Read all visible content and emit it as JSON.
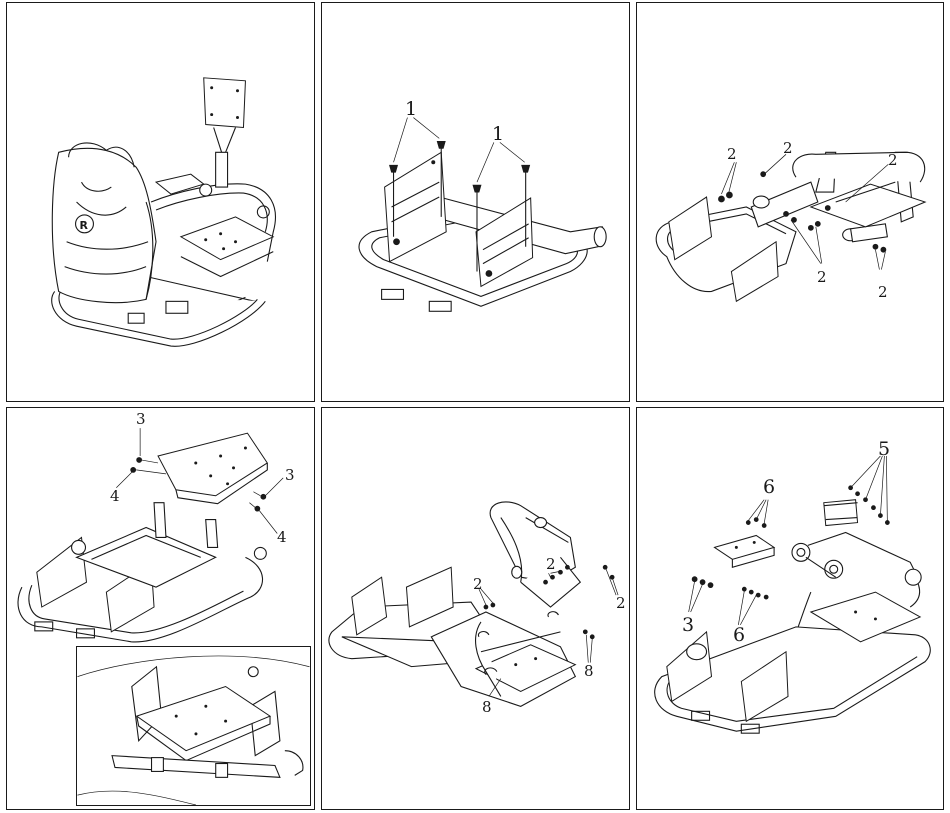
{
  "steps": [
    {
      "id": "step-1-assembled-view",
      "callouts": []
    },
    {
      "id": "step-2-seat-brackets",
      "callouts": [
        "1",
        "1"
      ]
    },
    {
      "id": "step-3-frame-joints",
      "callouts": [
        "2",
        "2",
        "2",
        "2",
        "2"
      ]
    },
    {
      "id": "step-4-pedal-plate",
      "callouts": [
        "3",
        "3",
        "4",
        "4"
      ]
    },
    {
      "id": "step-5-rear-frame",
      "callouts": [
        "2",
        "2",
        "2",
        "8",
        "8"
      ]
    },
    {
      "id": "step-6-wheel-and-shifter",
      "callouts": [
        "5",
        "6",
        "3",
        "6"
      ]
    }
  ],
  "colors": {
    "line": "#1a1a1a",
    "background": "#ffffff"
  }
}
